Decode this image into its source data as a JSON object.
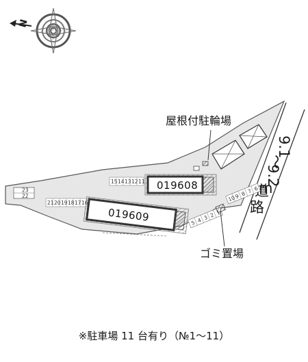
{
  "compass": {
    "north_label": "N",
    "icon": "compass-icon"
  },
  "road": {
    "width_label": [
      "9.1",
      "〜",
      "9.2",
      "m",
      "道",
      "路"
    ]
  },
  "facilities": {
    "bicycle_parking": "屋根付駐輪場",
    "garbage": "ゴミ置場"
  },
  "buildings": [
    {
      "id": "019608"
    },
    {
      "id": "019609"
    }
  ],
  "parking": {
    "upper_row": [
      "15",
      "14",
      "13",
      "12",
      "11"
    ],
    "lower_row": [
      "21",
      "20",
      "19",
      "18",
      "17",
      "16"
    ],
    "left_slots": [
      "23",
      "22"
    ],
    "right_column": [
      "10",
      "9",
      "8",
      "7",
      "6"
    ],
    "bottom_column": [
      "5",
      "4",
      "3",
      "2",
      "1"
    ]
  },
  "footnote": "※駐車場 11 台有り（№1〜11）",
  "colors": {
    "lot": "#e7e7e7",
    "outline": "#555555",
    "building_fill": "#ffffff"
  }
}
